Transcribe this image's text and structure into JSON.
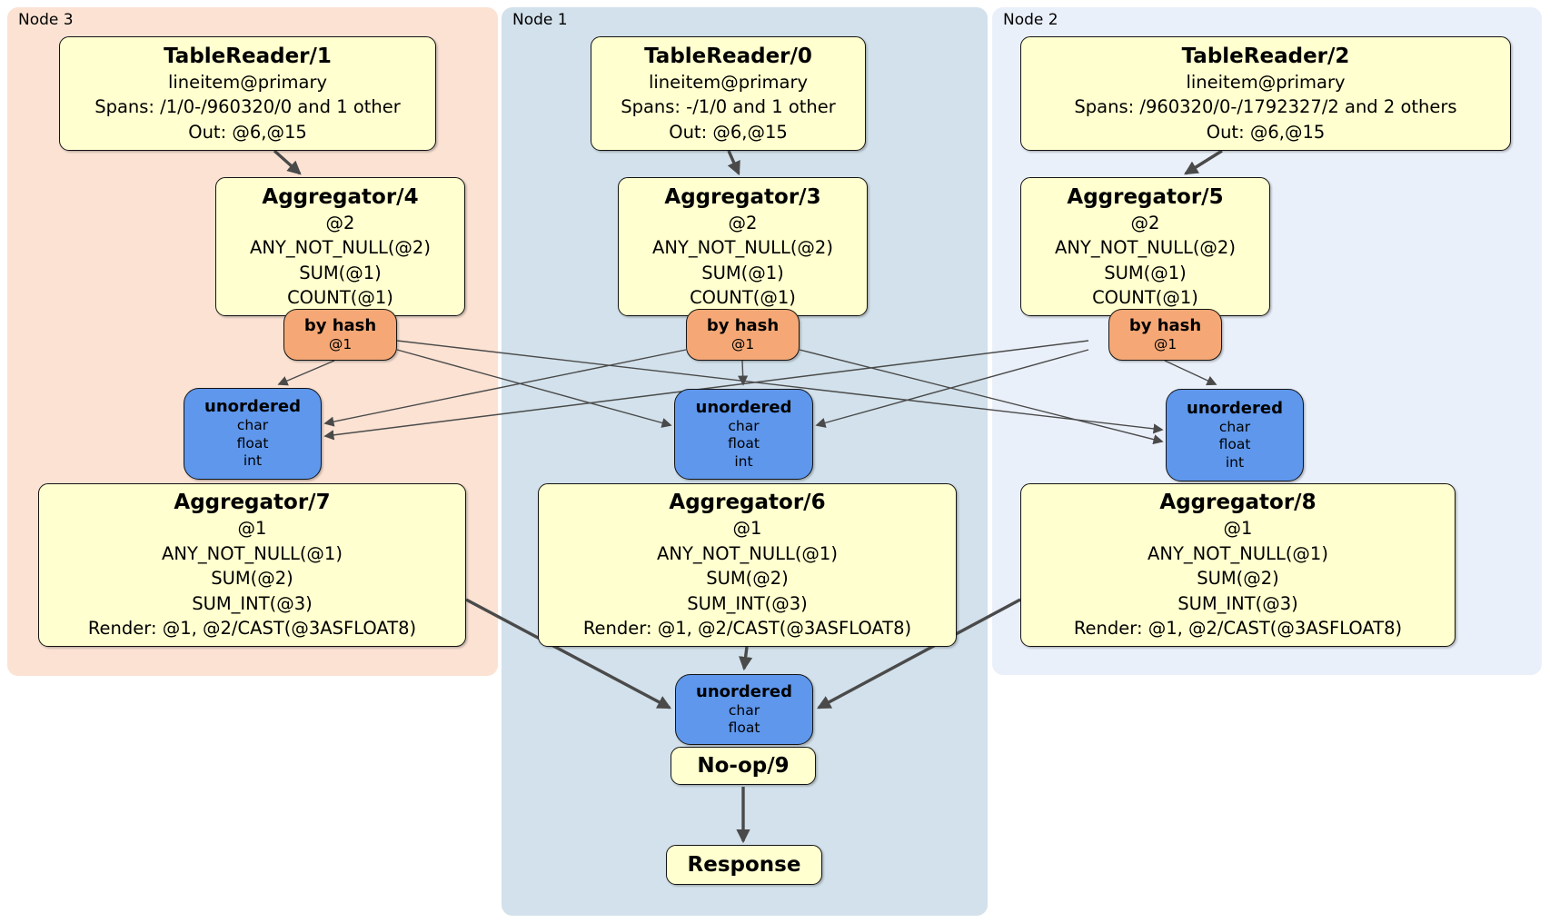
{
  "colors": {
    "node3-bg": "#fbe2d3",
    "node1-bg": "#d2e1eb",
    "node2-bg": "#eaf0fa",
    "box-yellow": "#ffffcf",
    "router-orange": "#f5a876",
    "sync-blue": "#5e97ec",
    "edge": "#4a4a4a"
  },
  "regions": {
    "node3": {
      "label": "Node 3"
    },
    "node1": {
      "label": "Node 1"
    },
    "node2": {
      "label": "Node 2"
    }
  },
  "boxes": {
    "tr1": {
      "title": "TableReader/1",
      "lines": [
        "lineitem@primary",
        "Spans: /1/0-/960320/0 and 1 other",
        "Out: @6,@15"
      ]
    },
    "tr0": {
      "title": "TableReader/0",
      "lines": [
        "lineitem@primary",
        "Spans: -/1/0 and 1 other",
        "Out: @6,@15"
      ]
    },
    "tr2": {
      "title": "TableReader/2",
      "lines": [
        "lineitem@primary",
        "Spans: /960320/0-/1792327/2 and 2 others",
        "Out: @6,@15"
      ]
    },
    "agg4": {
      "title": "Aggregator/4",
      "lines": [
        "@2",
        "ANY_NOT_NULL(@2)",
        "SUM(@1)",
        "COUNT(@1)"
      ]
    },
    "agg3": {
      "title": "Aggregator/3",
      "lines": [
        "@2",
        "ANY_NOT_NULL(@2)",
        "SUM(@1)",
        "COUNT(@1)"
      ]
    },
    "agg5": {
      "title": "Aggregator/5",
      "lines": [
        "@2",
        "ANY_NOT_NULL(@2)",
        "SUM(@1)",
        "COUNT(@1)"
      ]
    },
    "hash3": {
      "title": "by hash",
      "lines": [
        "@1"
      ]
    },
    "hash1": {
      "title": "by hash",
      "lines": [
        "@1"
      ]
    },
    "hash2": {
      "title": "by hash",
      "lines": [
        "@1"
      ]
    },
    "sync3": {
      "title": "unordered",
      "lines": [
        "char",
        "float",
        "int"
      ]
    },
    "sync1": {
      "title": "unordered",
      "lines": [
        "char",
        "float",
        "int"
      ]
    },
    "sync2": {
      "title": "unordered",
      "lines": [
        "char",
        "float",
        "int"
      ]
    },
    "agg7": {
      "title": "Aggregator/7",
      "lines": [
        "@1",
        "ANY_NOT_NULL(@1)",
        "SUM(@2)",
        "SUM_INT(@3)",
        "Render: @1, @2/CAST(@3ASFLOAT8)"
      ]
    },
    "agg6": {
      "title": "Aggregator/6",
      "lines": [
        "@1",
        "ANY_NOT_NULL(@1)",
        "SUM(@2)",
        "SUM_INT(@3)",
        "Render: @1, @2/CAST(@3ASFLOAT8)"
      ]
    },
    "agg8": {
      "title": "Aggregator/8",
      "lines": [
        "@1",
        "ANY_NOT_NULL(@1)",
        "SUM(@2)",
        "SUM_INT(@3)",
        "Render: @1, @2/CAST(@3ASFLOAT8)"
      ]
    },
    "syncFinal": {
      "title": "unordered",
      "lines": [
        "char",
        "float"
      ]
    },
    "noop": {
      "title": "No-op/9"
    },
    "response": {
      "title": "Response"
    }
  }
}
